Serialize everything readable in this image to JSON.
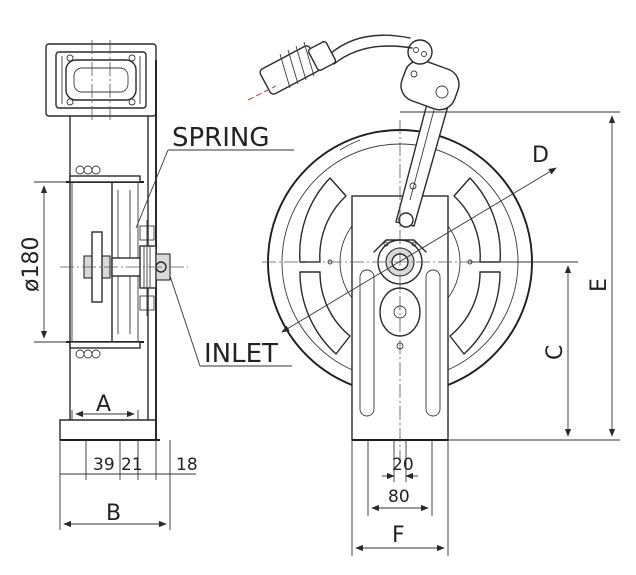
{
  "labels": {
    "spring": "SPRING",
    "inlet": "INLET",
    "diameter": "ø180",
    "dim_a": "A",
    "dim_b": "B",
    "dim_c": "C",
    "dim_d": "D",
    "dim_e": "E",
    "dim_f": "F",
    "dim_39": "39",
    "dim_21": "21",
    "dim_18": "18",
    "dim_20": "20",
    "dim_80": "80"
  }
}
